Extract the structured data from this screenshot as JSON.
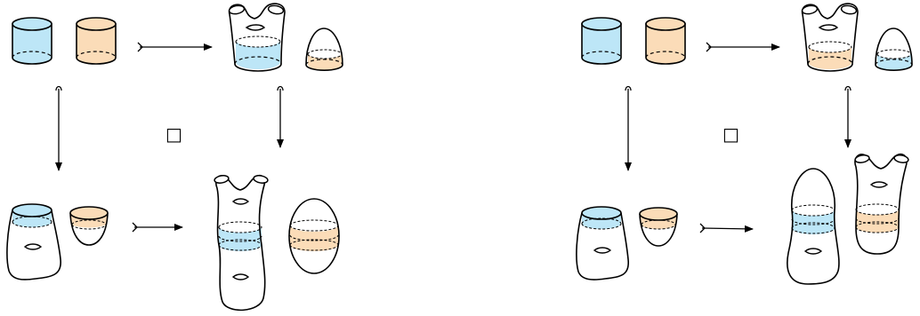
{
  "colors": {
    "stroke": "#000000",
    "blue_fill": "#bde6f7",
    "orange_fill": "#fbdcb8",
    "background": "#ffffff"
  },
  "diagrams": [
    {
      "id": "left",
      "pushout_symbol": "□",
      "objects": {
        "top_left": [
          "blue-cylinder",
          "orange-cylinder"
        ],
        "top_right": [
          "pair-of-pants-blue-band",
          "orange-cap"
        ],
        "bottom_left": [
          "blue-surface-with-handle",
          "orange-cup"
        ],
        "bottom_right": [
          "glued-surface-blue-band",
          "orange-sphere"
        ]
      },
      "arrows": [
        "monomorphism-right",
        "inclusion-down-left",
        "inclusion-down-right",
        "monomorphism-right-bottom"
      ]
    },
    {
      "id": "right",
      "pushout_symbol": "□",
      "objects": {
        "top_left": [
          "blue-cylinder",
          "orange-cylinder"
        ],
        "top_right": [
          "pair-of-pants-orange-band",
          "blue-cap"
        ],
        "bottom_left": [
          "blue-surface-with-handle",
          "orange-cup"
        ],
        "bottom_right": [
          "capped-surface-blue-band",
          "pants-surface-orange-band"
        ]
      },
      "arrows": [
        "monomorphism-right",
        "inclusion-down-left",
        "inclusion-down-right",
        "monomorphism-right-bottom"
      ]
    }
  ]
}
